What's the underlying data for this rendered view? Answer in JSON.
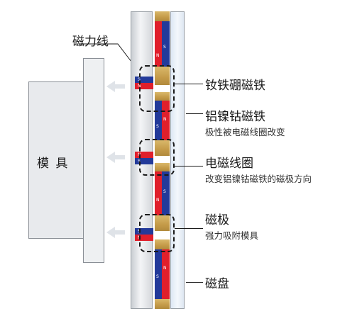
{
  "labels": {
    "flux_line": "磁力线",
    "ndfeb": "钕铁硼磁铁",
    "alnico": "铝镍钴磁铁",
    "alnico_desc": "极性被电磁线圈改变",
    "coil": "电磁线圈",
    "coil_desc": "改变铝镍钴磁铁的磁极方向",
    "pole": "磁极",
    "pole_desc": "强力吸附模具",
    "chuck": "磁盘",
    "mold": "模 具"
  },
  "pole_letters": {
    "north": "N",
    "south": "S"
  },
  "colors": {
    "north": "#e01f2b",
    "south": "#233a9a",
    "pole_piece": "#c9a253",
    "arrow": "#dfe3e8"
  },
  "icons": [
    "attraction-arrow-icon",
    "flux-loop-icon"
  ]
}
